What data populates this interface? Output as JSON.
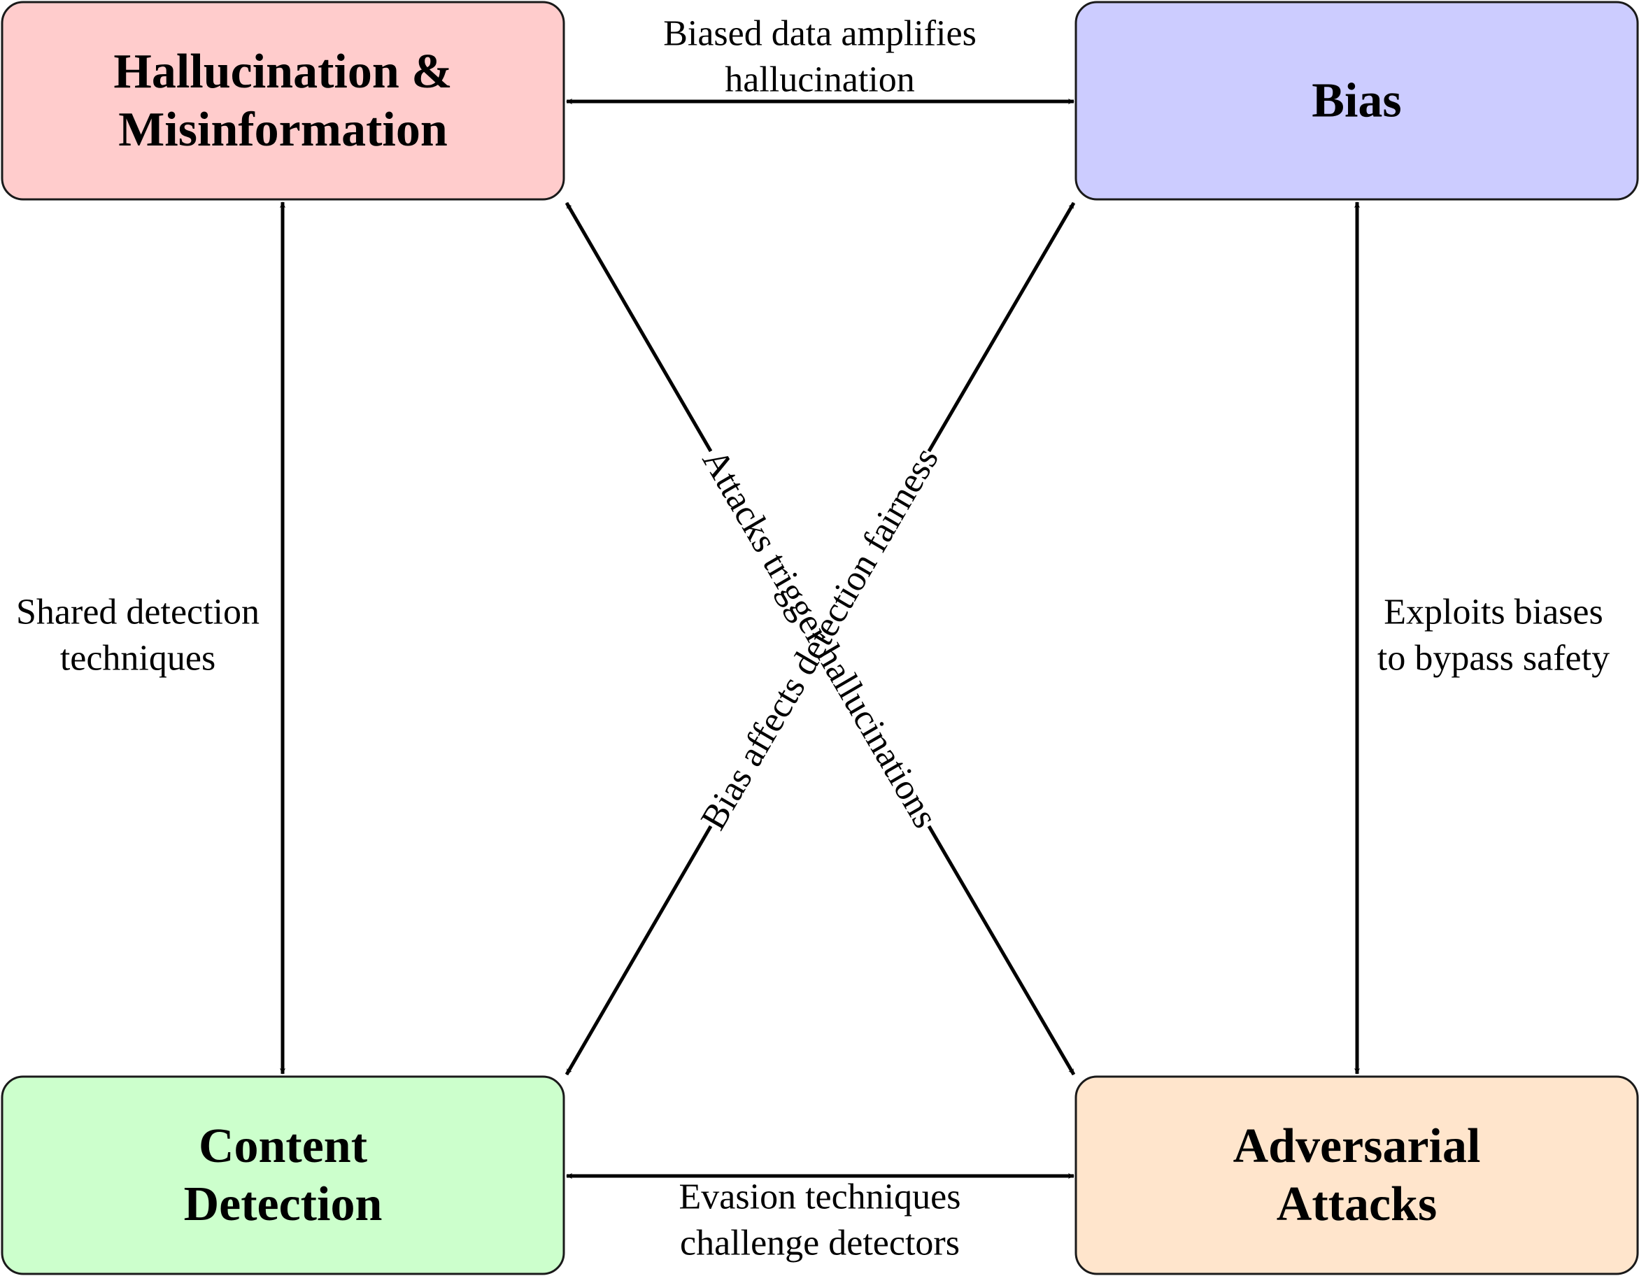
{
  "nodes": [
    {
      "id": "hallucination",
      "lines": [
        "Hallucination &",
        "Misinformation"
      ],
      "color": "#ffcccc"
    },
    {
      "id": "bias",
      "lines": [
        "Bias"
      ],
      "color": "#ccccff"
    },
    {
      "id": "detection",
      "lines": [
        "Content",
        "Detection"
      ],
      "color": "#ccffcc"
    },
    {
      "id": "adversarial",
      "lines": [
        "Adversarial",
        "Attacks"
      ],
      "color": "#ffe5cc"
    }
  ],
  "edges": [
    {
      "id": "hallucination-bias",
      "from": "hallucination",
      "to": "bias",
      "lines": [
        "Biased data amplifies",
        "hallucination"
      ]
    },
    {
      "id": "hallucination-detection",
      "from": "hallucination",
      "to": "detection",
      "lines": [
        "Shared detection",
        "techniques"
      ]
    },
    {
      "id": "bias-adversarial",
      "from": "bias",
      "to": "adversarial",
      "lines": [
        "Exploits biases",
        "to bypass safety"
      ]
    },
    {
      "id": "detection-adversarial",
      "from": "detection",
      "to": "adversarial",
      "lines": [
        "Evasion techniques",
        "challenge detectors"
      ]
    },
    {
      "id": "hallucination-adversarial",
      "from": "hallucination",
      "to": "adversarial",
      "lines": [
        "Attacks trigger hallucinations"
      ]
    },
    {
      "id": "detection-bias",
      "from": "detection",
      "to": "bias",
      "lines": [
        "Bias affects detection fairness"
      ]
    }
  ]
}
